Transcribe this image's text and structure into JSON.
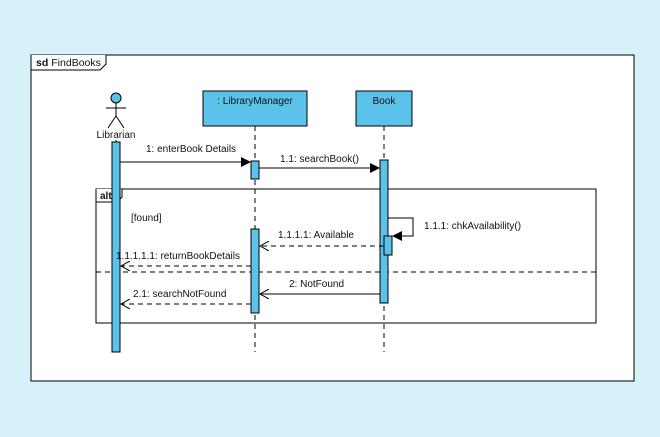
{
  "frame": {
    "keyword": "sd",
    "name": "FindBooks"
  },
  "actor": {
    "name": "Librarian"
  },
  "lifelines": {
    "manager": {
      "label": ": LibraryManager"
    },
    "book": {
      "label": "Book"
    }
  },
  "fragment": {
    "operator": "alt",
    "guard": "[found]"
  },
  "messages": {
    "m1": "1: enterBook Details",
    "m11": "1.1: searchBook()",
    "m111": "1.1.1: chkAvailability()",
    "m1111": "1.1.1.1: Available",
    "m11111": "1.1.1.1.1: returnBookDetails",
    "m2": "2: NotFound",
    "m21": "2.1: searchNotFound"
  },
  "colors": {
    "background": "#d6f1f8",
    "lifeline_fill": "#5bc3ea",
    "stroke": "#000000",
    "diagram_bg": "#ffffff"
  }
}
